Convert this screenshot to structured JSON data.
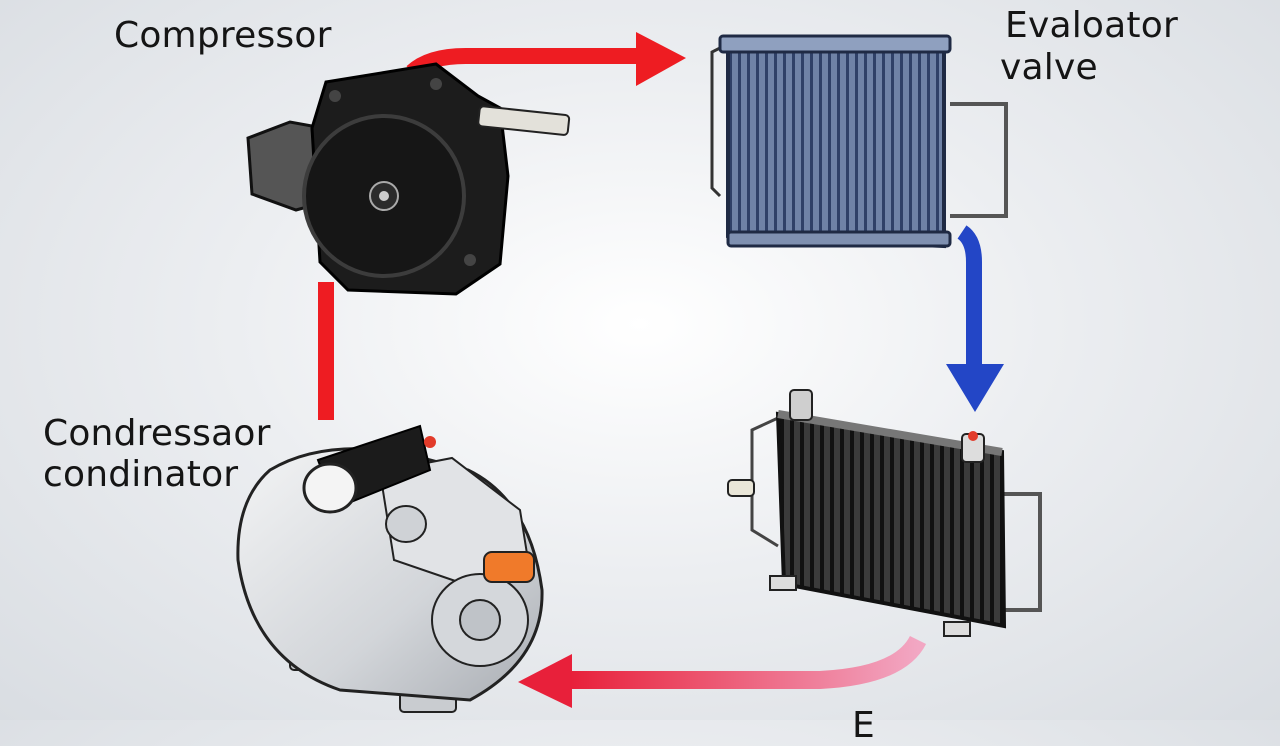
{
  "labels": {
    "compressor": "Compressor",
    "evaluator_line1": "Evaloator",
    "evaluator_line2": "valve",
    "condenser_line1": "Condressaor",
    "condenser_line2": "condinator",
    "bottom_partial": "E                 "
  },
  "colors": {
    "red_arrow": "#ee1c22",
    "blue_arrow": "#2346c6",
    "pink_arrow": "#e8587a",
    "evaporator_blue": "#4a5f86",
    "radiator_dark": "#2a2a2a",
    "compressor_black": "#1c1c1c",
    "motor_silver": "#d7d9dc",
    "orange_port": "#f07a2a"
  },
  "icons": {
    "compressor": "compressor-unit-icon",
    "evaporator": "evaporator-coil-icon",
    "condenser": "radiator-condenser-icon",
    "motor": "ac-motor-compressor-icon"
  }
}
